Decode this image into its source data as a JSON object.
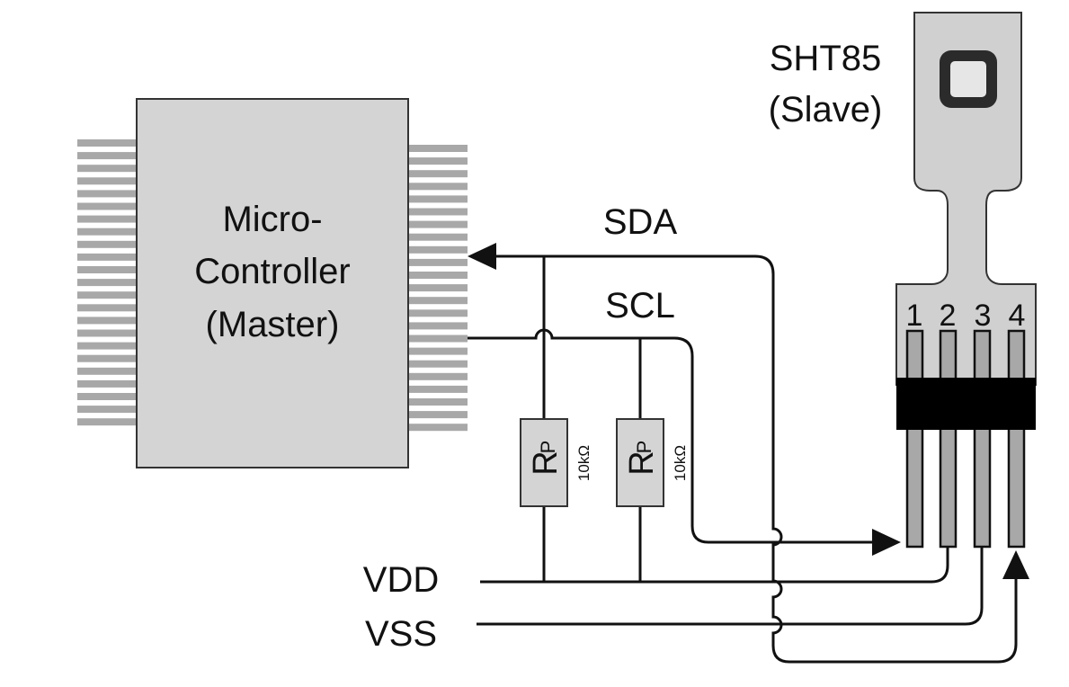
{
  "diagram": {
    "mcu": {
      "line1": "Micro-",
      "line2": "Controller",
      "line3": "(Master)"
    },
    "sensor": {
      "name": "SHT85",
      "role": "(Slave)",
      "pins": [
        "1",
        "2",
        "3",
        "4"
      ]
    },
    "signals": {
      "sda": "SDA",
      "scl": "SCL",
      "vdd": "VDD",
      "vss": "VSS"
    },
    "resistors": [
      {
        "symbol": "R",
        "subscript": "P",
        "value": "10kΩ"
      },
      {
        "symbol": "R",
        "subscript": "P",
        "value": "10kΩ"
      }
    ]
  },
  "colors": {
    "chip_fill": "#d4d4d4",
    "pin_fill": "#a8a8a8",
    "sensor_fill": "#d0d0d0",
    "wire": "#111111",
    "band": "#000000"
  }
}
